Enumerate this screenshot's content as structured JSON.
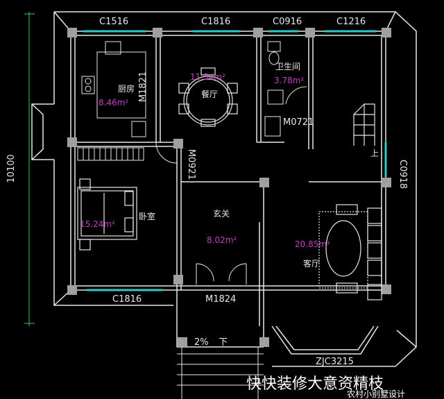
{
  "dimension": {
    "total": "10100"
  },
  "windows": {
    "kitchen": "C1516",
    "dining": "C1816",
    "bath": "C0916",
    "stairs": "C1216",
    "stair_side": "C0918",
    "bedroom": "C1816",
    "bay": "ZJC3215"
  },
  "doors": {
    "kitchen": "M1821",
    "bath": "M0721",
    "bedroom": "M0921",
    "entry": "M1824"
  },
  "rooms": {
    "kitchen": {
      "name": "厨房",
      "area": "8.46m²"
    },
    "dining": {
      "name": "餐厅",
      "area": "11.54m²"
    },
    "bath": {
      "name": "卫生间",
      "area": "3.78m²"
    },
    "bedroom": {
      "name": "卧室",
      "area": "15.24m²"
    },
    "foyer": {
      "name": "玄关",
      "area": "8.02m²"
    },
    "living": {
      "name": "客厅",
      "area": "20.85m²"
    }
  },
  "stairs_label": "上",
  "porch": {
    "slope": "2%",
    "down": "下"
  },
  "watermark": {
    "main": "快快装修大意资精枝",
    "sub": "农村小别墅设计"
  },
  "colors": {
    "wall": "#e8e8e8",
    "window": "#30c8c8",
    "area": "#c040c0",
    "column": "#a0a0a0",
    "dim": "#30d060"
  }
}
